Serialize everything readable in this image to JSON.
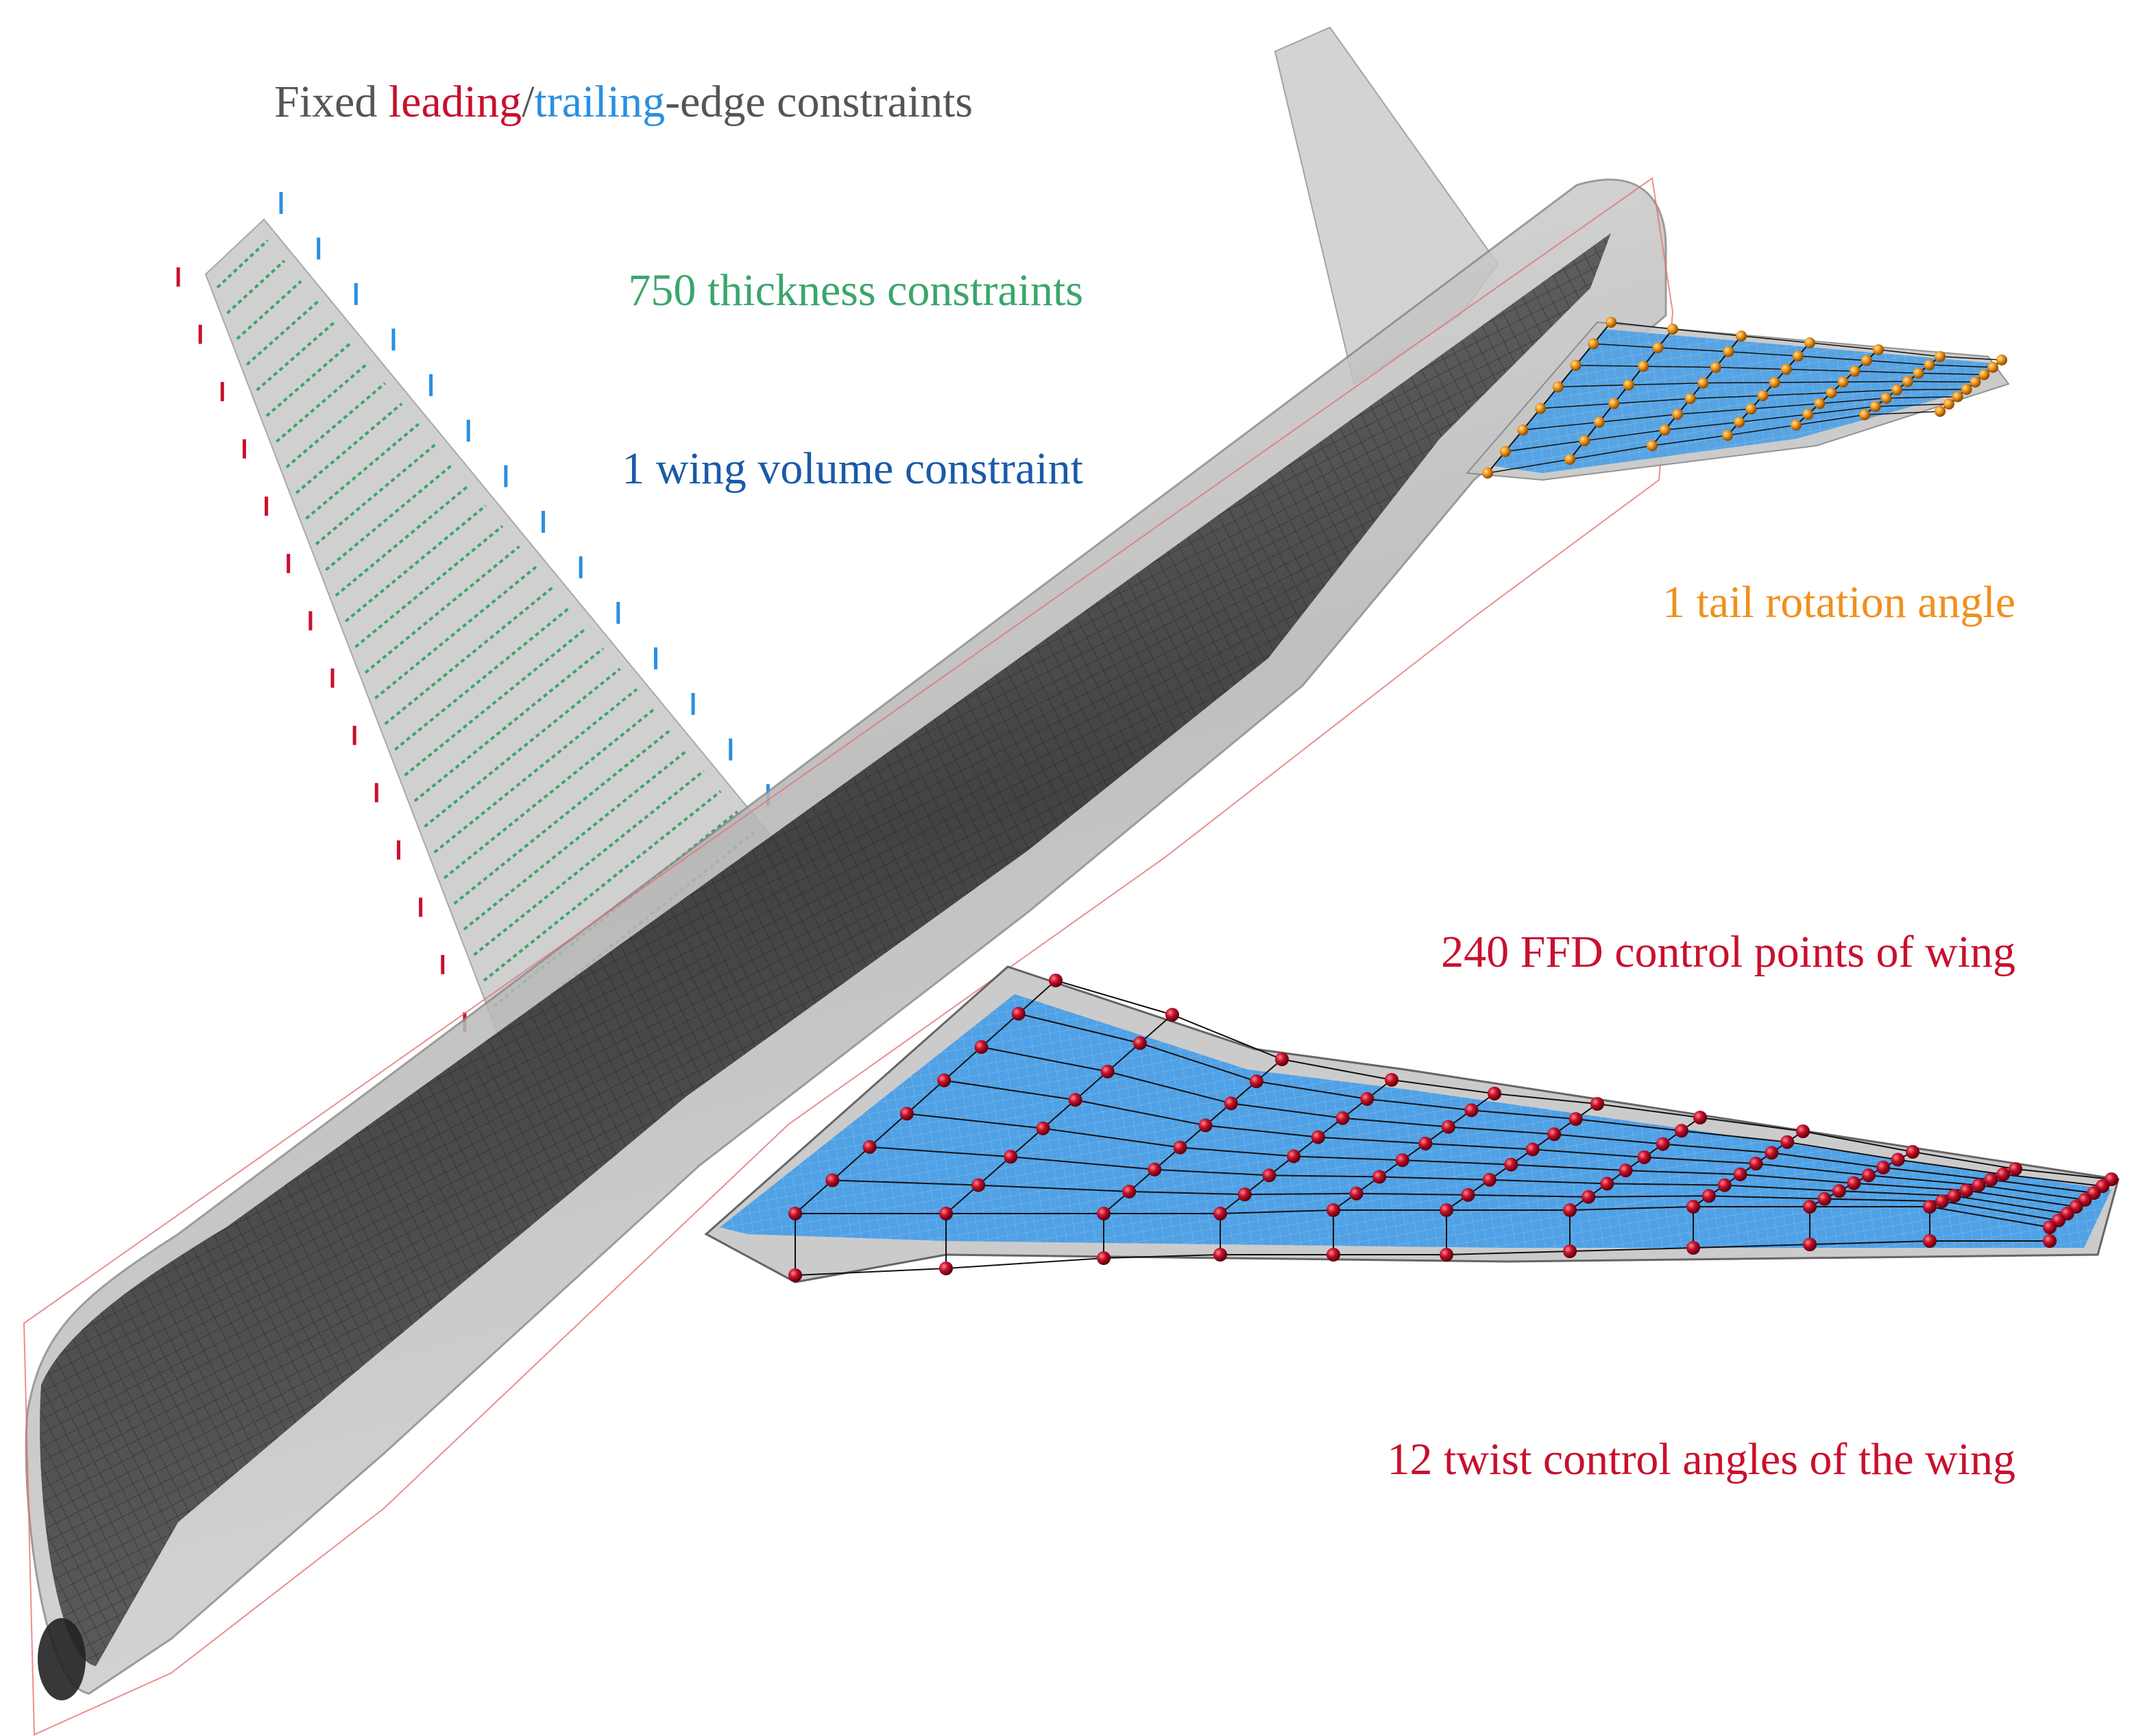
{
  "labels": {
    "fixed": {
      "prefix": "Fixed ",
      "leading": "leading",
      "slash": "/",
      "trailing": "trailing",
      "suffix": "-edge constraints"
    },
    "thickness": "750 thickness constraints",
    "volume": "1 wing volume constraint",
    "tail": "1 tail rotation angle",
    "ffd": "240 FFD control points of wing",
    "twist": "12 twist control angles of the wing"
  },
  "colors": {
    "label_gray": "#555555",
    "leading_red": "#c8102e",
    "trailing_blue": "#2b8fe0",
    "thickness_green": "#3aa66a",
    "volume_blue": "#1a5aa8",
    "tail_orange": "#f0901e",
    "wing_red": "#c8102e",
    "ffd_blue": "#4a9fe6",
    "skin_gray": "#bdbdbd",
    "mesh_dark": "#3a3a3a",
    "ffd_lines": "#e87070",
    "control_point_red": "#b01018",
    "control_point_orange": "#f59a1a"
  },
  "icons": {
    "wing_control_point": "red-sphere",
    "tail_control_point": "orange-sphere"
  }
}
